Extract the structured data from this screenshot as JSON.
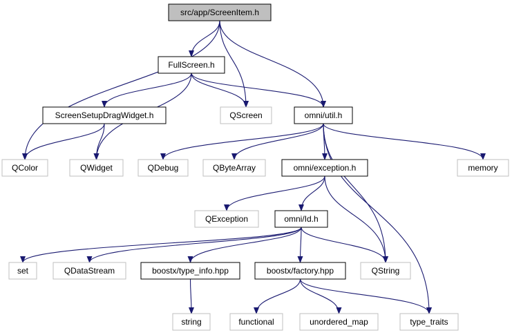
{
  "diagram": {
    "nodes": [
      {
        "id": "screenitem",
        "label": "src/app/ScreenItem.h",
        "style": "root"
      },
      {
        "id": "fullscreen",
        "label": "FullScreen.h",
        "style": "project"
      },
      {
        "id": "dragwidget",
        "label": "ScreenSetupDragWidget.h",
        "style": "project"
      },
      {
        "id": "qscreen",
        "label": "QScreen",
        "style": "external"
      },
      {
        "id": "util",
        "label": "omni/util.h",
        "style": "project"
      },
      {
        "id": "qcolor",
        "label": "QColor",
        "style": "external"
      },
      {
        "id": "qwidget",
        "label": "QWidget",
        "style": "external"
      },
      {
        "id": "qdebug",
        "label": "QDebug",
        "style": "external"
      },
      {
        "id": "qbytearray",
        "label": "QByteArray",
        "style": "external"
      },
      {
        "id": "exception",
        "label": "omni/exception.h",
        "style": "project"
      },
      {
        "id": "memory",
        "label": "memory",
        "style": "external"
      },
      {
        "id": "qexception",
        "label": "QException",
        "style": "external"
      },
      {
        "id": "id",
        "label": "omni/Id.h",
        "style": "project"
      },
      {
        "id": "set",
        "label": "set",
        "style": "external"
      },
      {
        "id": "qdatastream",
        "label": "QDataStream",
        "style": "external"
      },
      {
        "id": "typeinfo",
        "label": "boostx/type_info.hpp",
        "style": "project"
      },
      {
        "id": "factory",
        "label": "boostx/factory.hpp",
        "style": "project"
      },
      {
        "id": "qstring",
        "label": "QString",
        "style": "external"
      },
      {
        "id": "string",
        "label": "string",
        "style": "external"
      },
      {
        "id": "functional",
        "label": "functional",
        "style": "external"
      },
      {
        "id": "unordered_map",
        "label": "unordered_map",
        "style": "external"
      },
      {
        "id": "type_traits",
        "label": "type_traits",
        "style": "external"
      }
    ],
    "edges": [
      [
        "screenitem",
        "fullscreen"
      ],
      [
        "screenitem",
        "qcolor"
      ],
      [
        "screenitem",
        "qscreen"
      ],
      [
        "screenitem",
        "util"
      ],
      [
        "fullscreen",
        "dragwidget"
      ],
      [
        "fullscreen",
        "qwidget"
      ],
      [
        "fullscreen",
        "qscreen"
      ],
      [
        "fullscreen",
        "util"
      ],
      [
        "dragwidget",
        "qcolor"
      ],
      [
        "dragwidget",
        "qwidget"
      ],
      [
        "util",
        "qdebug"
      ],
      [
        "util",
        "qbytearray"
      ],
      [
        "util",
        "exception"
      ],
      [
        "util",
        "qstring"
      ],
      [
        "util",
        "memory"
      ],
      [
        "util",
        "type_traits"
      ],
      [
        "exception",
        "qexception"
      ],
      [
        "exception",
        "id"
      ],
      [
        "exception",
        "qstring"
      ],
      [
        "id",
        "set"
      ],
      [
        "id",
        "qdatastream"
      ],
      [
        "id",
        "typeinfo"
      ],
      [
        "id",
        "factory"
      ],
      [
        "id",
        "qstring"
      ],
      [
        "typeinfo",
        "string"
      ],
      [
        "factory",
        "functional"
      ],
      [
        "factory",
        "unordered_map"
      ],
      [
        "factory",
        "type_traits"
      ]
    ]
  },
  "colors": {
    "root_fill": "#bfbfbf",
    "root_stroke": "#000000",
    "project_fill": "#ffffff",
    "project_stroke": "#000000",
    "external_fill": "#ffffff",
    "external_stroke": "#bfbfbf",
    "edge": "#191970",
    "text_dark": "#000000",
    "text_muted": "#000000"
  }
}
